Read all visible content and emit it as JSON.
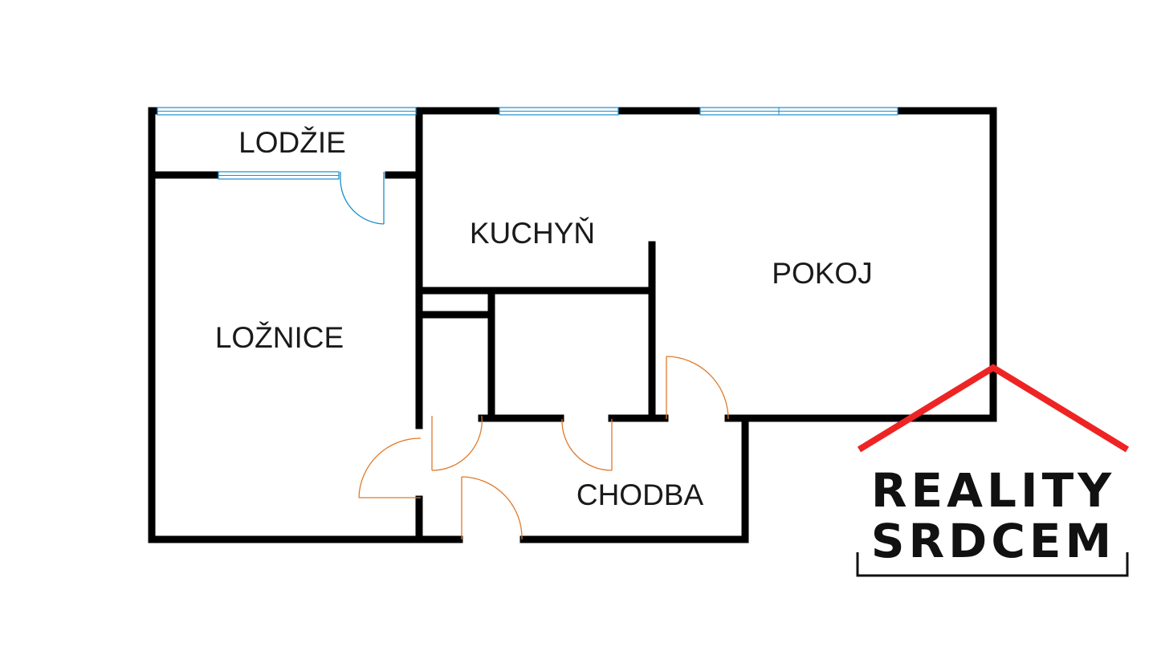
{
  "rooms": {
    "lodzie": "LODŽIE",
    "kuchyn": "KUCHYŇ",
    "pokoj": "POKOJ",
    "loznice": "LOŽNICE",
    "chodba": "CHODBA"
  },
  "logo": {
    "line1": "REALITY",
    "line2": "SRDCEM"
  },
  "colors": {
    "wall": "#000000",
    "window": "#1a8ecb",
    "door": "#e07a2a",
    "logo_roof": "#ee2424",
    "logo_text": "#111111"
  }
}
